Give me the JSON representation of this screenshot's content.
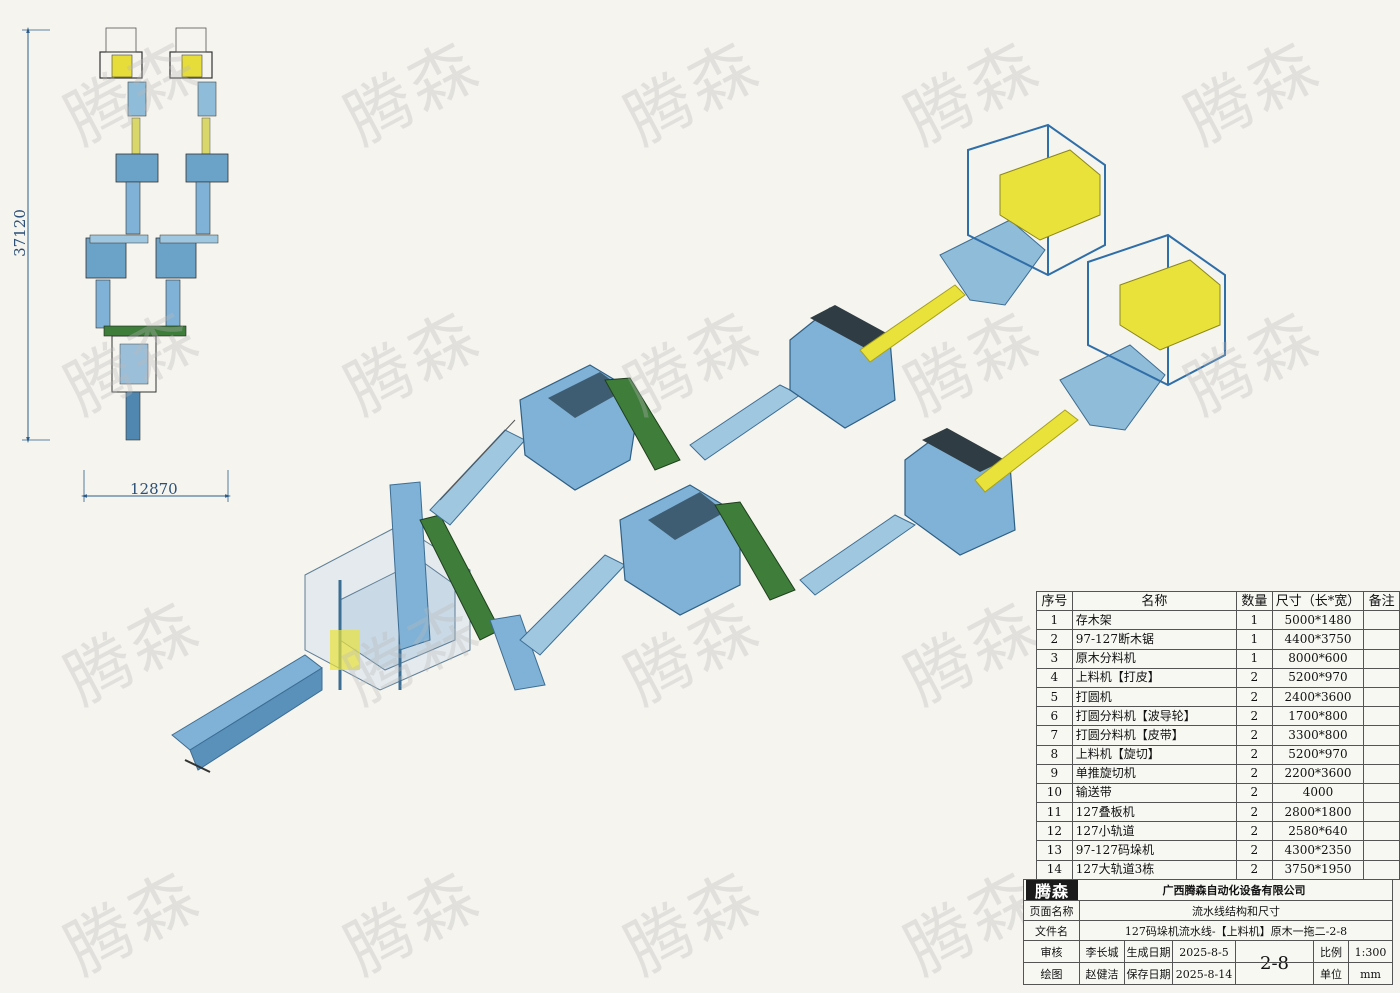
{
  "watermark": "腾森",
  "dimensions": {
    "height": "37120",
    "width": "12870"
  },
  "bom": {
    "headers": {
      "no": "序号",
      "name": "名称",
      "qty": "数量",
      "size": "尺寸（长*宽）",
      "note": "备注"
    },
    "rows": [
      {
        "no": "1",
        "name": "存木架",
        "qty": "1",
        "size": "5000*1480"
      },
      {
        "no": "2",
        "name": "97-127断木锯",
        "qty": "1",
        "size": "4400*3750"
      },
      {
        "no": "3",
        "name": "原木分料机",
        "qty": "1",
        "size": "8000*600"
      },
      {
        "no": "4",
        "name": "上料机【打皮】",
        "qty": "2",
        "size": "5200*970"
      },
      {
        "no": "5",
        "name": "打圆机",
        "qty": "2",
        "size": "2400*3600"
      },
      {
        "no": "6",
        "name": "打圆分料机【波导轮】",
        "qty": "2",
        "size": "1700*800"
      },
      {
        "no": "7",
        "name": "打圆分料机【皮带】",
        "qty": "2",
        "size": "3300*800"
      },
      {
        "no": "8",
        "name": "上料机【旋切】",
        "qty": "2",
        "size": "5200*970"
      },
      {
        "no": "9",
        "name": "单推旋切机",
        "qty": "2",
        "size": "2200*3600"
      },
      {
        "no": "10",
        "name": "输送带",
        "qty": "2",
        "size": "4000"
      },
      {
        "no": "11",
        "name": "127叠板机",
        "qty": "2",
        "size": "2800*1800"
      },
      {
        "no": "12",
        "name": "127小轨道",
        "qty": "2",
        "size": "2580*640"
      },
      {
        "no": "13",
        "name": "97-127码垛机",
        "qty": "2",
        "size": "4300*2350"
      },
      {
        "no": "14",
        "name": "127大轨道3栋",
        "qty": "2",
        "size": "3750*1950"
      }
    ]
  },
  "title_block": {
    "logo": "腾森",
    "company": "广西腾森自动化设备有限公司",
    "page_name_label": "页面名称",
    "page_name": "流水线结构和尺寸",
    "file_name_label": "文件名",
    "file_name": "127码垛机流水线-【上料机】原木一拖二-2-8",
    "reviewer_label": "审核",
    "reviewer": "李长城",
    "created_label": "生成日期",
    "created": "2025-8-5",
    "drawer_label": "绘图",
    "drawer": "赵健洁",
    "saved_label": "保存日期",
    "saved": "2025-8-14",
    "sheet_no": "2-8",
    "scale_label": "比例",
    "scale": "1:300",
    "unit_label": "单位",
    "unit": "mm"
  },
  "colors": {
    "machine_blue": "#7fb2d6",
    "machine_blue_dark": "#4f87b0",
    "frame_yellow": "#e8e23a",
    "conveyor_green": "#3e7d3a",
    "dim_line": "#2b5e8c",
    "background": "#f5f4ee"
  }
}
